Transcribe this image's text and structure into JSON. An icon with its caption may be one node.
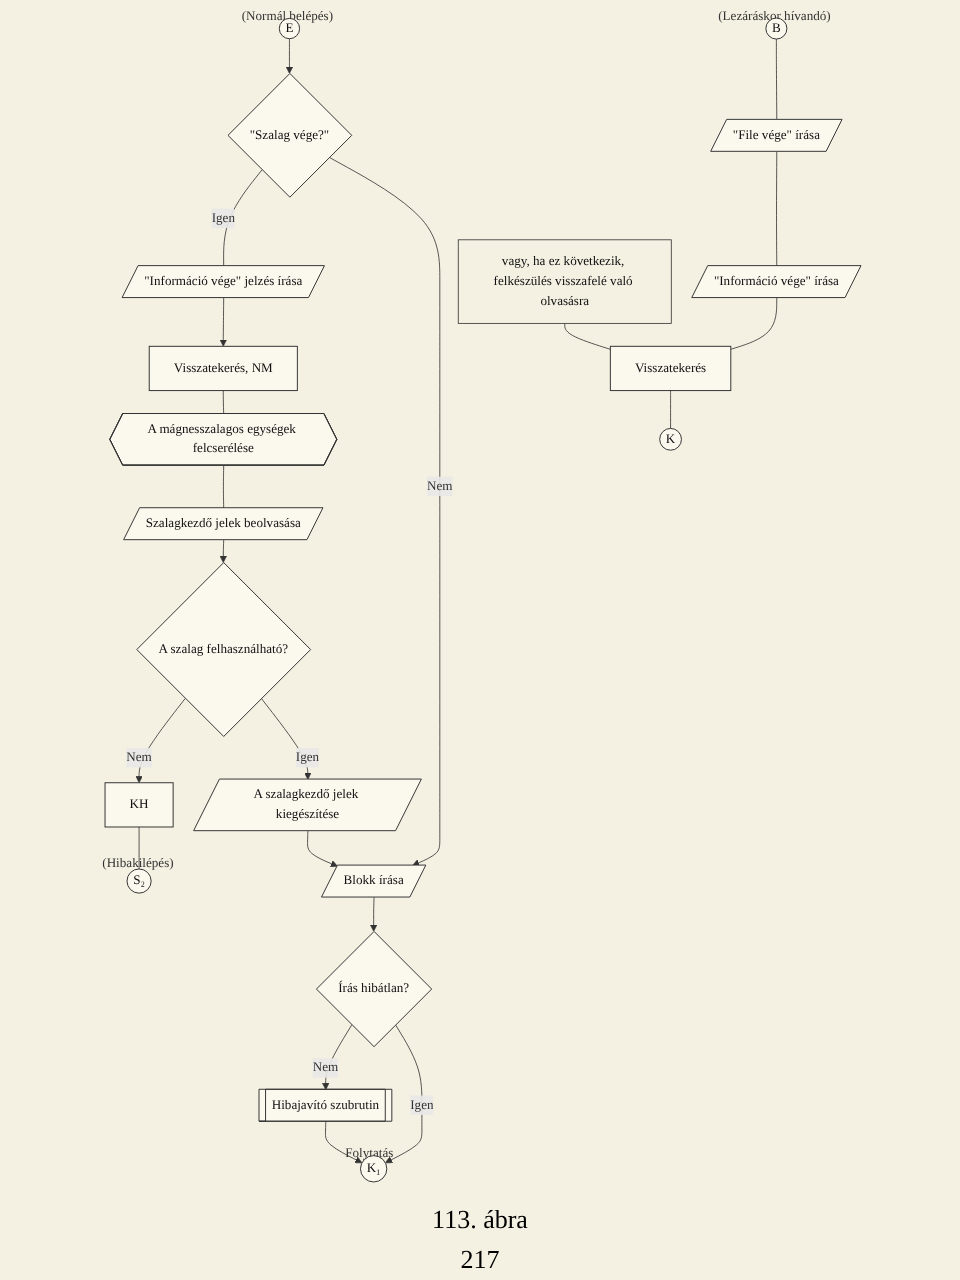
{
  "diagram": {
    "caption": "113. ábra",
    "nodes": [
      {
        "text": [
          "E"
        ],
        "beside": [
          "(Normál belépés)"
        ]
      },
      {
        "text": [
          "\"Szalag vége?\""
        ]
      },
      {
        "text": [
          "\"Információ vége\" jelzés írása"
        ]
      },
      {
        "text": [
          "Visszatekerés, NM"
        ]
      },
      {
        "text": [
          "A mágnesszalagos egységek felcserélése"
        ]
      },
      {
        "text": [
          "Szalagkezdő jelek beolvasása"
        ]
      },
      {
        "text": [
          "A szalag felhasználható?"
        ]
      },
      {
        "text": [
          "KH"
        ]
      },
      {
        "text": [
          "S₂"
        ],
        "beside": [
          "(Hibakilépés)"
        ]
      },
      {
        "text": [
          "A szalagkezdő jelek kiegészítése"
        ]
      },
      {
        "text": [
          "Blokk írása"
        ]
      },
      {
        "text": [
          "Írás hibátlan?"
        ]
      },
      {
        "text": [
          "Hibajavító szubrutin"
        ]
      },
      {
        "text": [
          "K₁"
        ],
        "beside": [
          "Folytatás"
        ]
      },
      {
        "text": [
          "B"
        ],
        "beside": [
          "(Lezáráskor hívandó)"
        ]
      },
      {
        "text": [
          "\"File vége\" írása"
        ]
      },
      {
        "text": [
          "\"Információ vége\" írása"
        ]
      },
      {
        "text": [
          "Visszatekerés"
        ]
      },
      {
        "text": [
          "K"
        ]
      },
      {
        "text": [
          "vagy, ha ez következik, felkészülés visszafelé való olvasásra"
        ]
      }
    ],
    "edges": [
      {
        "from": 0,
        "to": 1,
        "arrow": "to"
      },
      {
        "from": 1,
        "to": 2,
        "label": "Igen",
        "arrow": "none"
      },
      {
        "from": 1,
        "to": 10,
        "label": "Nem",
        "arrow": "to"
      },
      {
        "from": 2,
        "to": 3,
        "arrow": "to"
      },
      {
        "from": 3,
        "to": 4,
        "arrow": "none"
      },
      {
        "from": 4,
        "to": 5,
        "arrow": "none"
      },
      {
        "from": 5,
        "to": 6,
        "arrow": "to"
      },
      {
        "from": 6,
        "to": 7,
        "label": "Nem",
        "arrow": "to"
      },
      {
        "from": 7,
        "to": 8,
        "arrow": "none"
      },
      {
        "from": 6,
        "to": 9,
        "label": "Igen",
        "arrow": "to"
      },
      {
        "from": 9,
        "to": 10,
        "arrow": "to"
      },
      {
        "from": 10,
        "to": 11,
        "arrow": "to"
      },
      {
        "from": 11,
        "to": 12,
        "label": "Nem",
        "arrow": "to"
      },
      {
        "from": 11,
        "to": 13,
        "label": "Igen",
        "arrow": "to"
      },
      {
        "from": 12,
        "to": 13,
        "arrow": "to"
      },
      {
        "from": 14,
        "to": 15,
        "arrow": "none"
      },
      {
        "from": 15,
        "to": 16,
        "arrow": "none"
      },
      {
        "from": 16,
        "to": 17,
        "arrow": "none"
      },
      {
        "from": 17,
        "to": 18,
        "arrow": "none"
      },
      {
        "from": 19,
        "to": 17,
        "arrow": "none"
      }
    ],
    "labels": [
      "217"
    ]
  }
}
